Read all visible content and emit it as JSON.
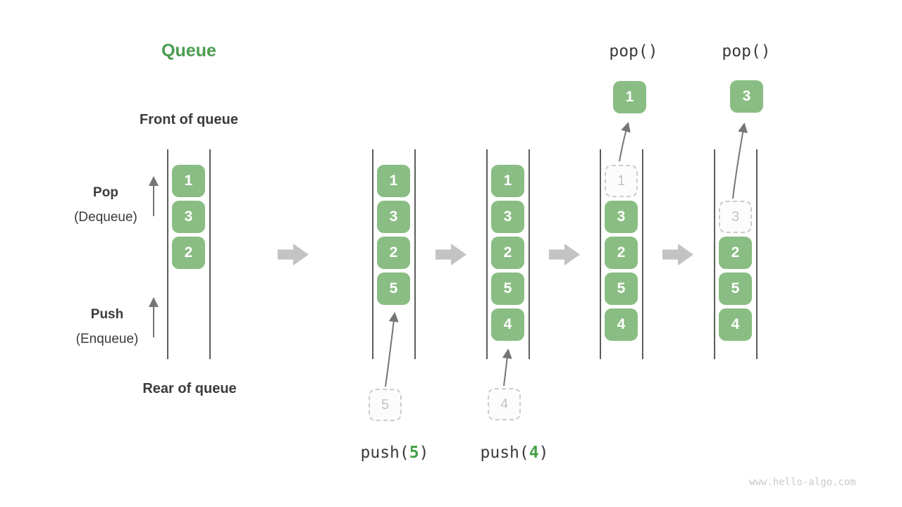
{
  "page": {
    "title": "Queue",
    "watermark": "www.hello-algo.com"
  },
  "labels": {
    "front_of_queue": "Front of queue",
    "rear_of_queue": "Rear of queue",
    "pop": "Pop",
    "pop_sub": "(Dequeue)",
    "push": "Push",
    "push_sub": "(Enqueue)"
  },
  "colors": {
    "title_green": "#4a9d4e",
    "box_green": "#8abd83",
    "accent_green": "#43a047",
    "text_dark": "#3b3b3b",
    "ghost_border": "#cccccc",
    "ghost_text": "#c4c4c4",
    "flow_arrow_gray": "#c3c3c3",
    "line_gray": "#5d5d5d",
    "thin_arrow_gray": "#757575",
    "watermark_gray": "#c9c9c9"
  },
  "diagram": {
    "states": [
      {
        "id": "initial",
        "items": [
          "1",
          "3",
          "2"
        ]
      },
      {
        "id": "after-push-5",
        "items": [
          "1",
          "3",
          "2",
          "5"
        ],
        "incoming_value": "5",
        "op": {
          "fn": "push(",
          "arg": "5",
          "close": ")"
        }
      },
      {
        "id": "after-push-4",
        "items": [
          "1",
          "3",
          "2",
          "5",
          "4"
        ],
        "incoming_value": "4",
        "op": {
          "fn": "push(",
          "arg": "4",
          "close": ")"
        }
      },
      {
        "id": "after-pop-1",
        "ghost_value": "1",
        "items": [
          "3",
          "2",
          "5",
          "4"
        ],
        "popped_value": "1",
        "op_label": "pop()"
      },
      {
        "id": "after-pop-3",
        "ghost_value": "3",
        "items": [
          "2",
          "5",
          "4"
        ],
        "popped_value": "3",
        "op_label": "pop()"
      }
    ]
  }
}
